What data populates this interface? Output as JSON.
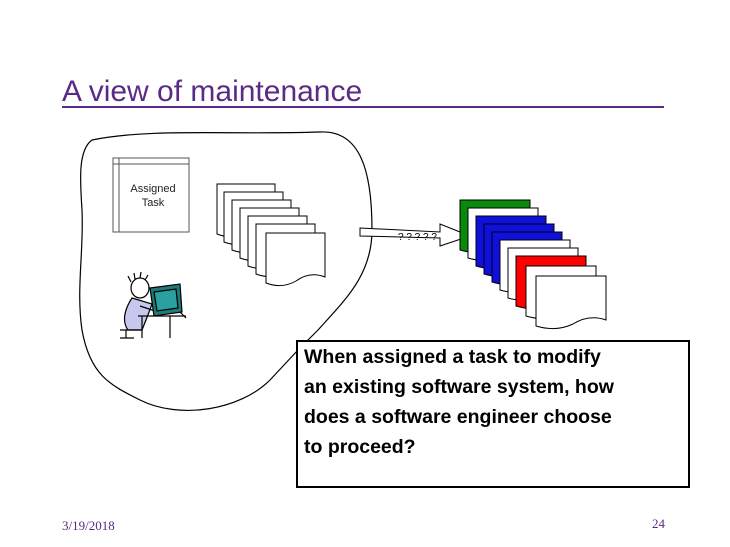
{
  "slide": {
    "title": "A view of maintenance",
    "document_label_line1": "Assigned",
    "document_label_line2": "Task",
    "arrow_marks": "? ? ? ? ?",
    "question_lines": [
      "When assigned a task to modify",
      "an existing software system, how",
      "does a software engineer choose",
      "to proceed?"
    ],
    "date": "3/19/2018",
    "page_number": "24"
  },
  "colors": {
    "title": "#5a2a86",
    "doc_green": "#0a8a0a",
    "doc_blue": "#1010dd",
    "doc_red": "#ff0000"
  },
  "icons": [
    "person-at-computer-icon",
    "document-stack-icon",
    "arrow-icon"
  ]
}
